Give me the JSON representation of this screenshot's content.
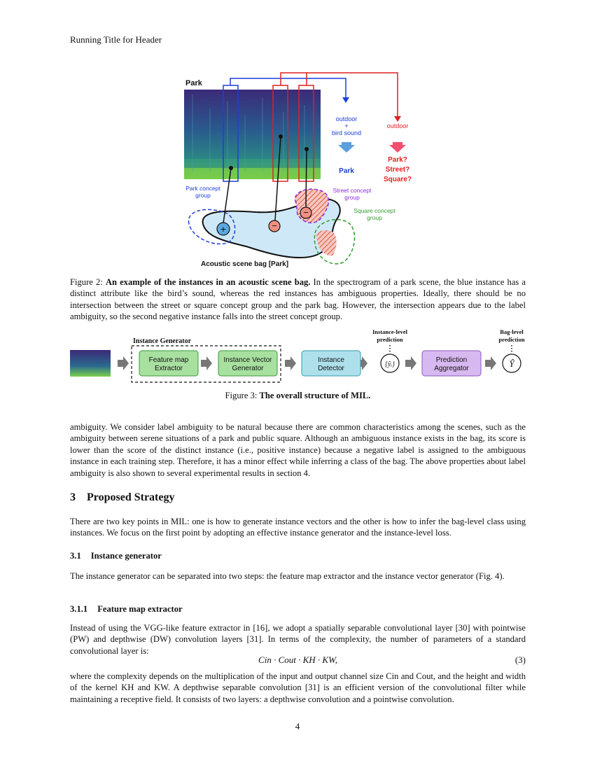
{
  "header": {
    "running_title": "Running Title for Header"
  },
  "figure2": {
    "park_label": "Park",
    "outdoor_bird_1": "outdoor",
    "outdoor_bird_2": "+",
    "outdoor_bird_3": "bird sound",
    "outdoor_red": "outdoor",
    "result_blue": "Park",
    "result_red_1": "Park?",
    "result_red_2": "Street?",
    "result_red_3": "Square?",
    "park_group_1": "Park concept",
    "park_group_2": "group",
    "street_group_1": "Street concept",
    "street_group_2": "group",
    "square_group_1": "Square concept",
    "square_group_2": "group",
    "bag_label": "Acoustic scene bag [Park]",
    "plus_symbol": "+",
    "minus_symbol": "−",
    "caption_prefix": "Figure 2: ",
    "caption_bold": "An example of the instances in an acoustic scene bag.",
    "caption_rest": " In the spectrogram of a park scene, the blue instance has a distinct attribute like the bird’s sound, whereas the red instances has ambiguous properties. Ideally, there should be no intersection between the street or square concept group and the park bag. However, the intersection appears due to the label ambiguity, so the second negative instance falls into the street concept group.",
    "colors": {
      "blue": "#1f3fd6",
      "red": "#e02020",
      "purple": "#8a2be2",
      "green": "#2e9e2e",
      "bag_fill": "#cfe8f7"
    }
  },
  "figure3": {
    "instance_generator_label": "Instance Generator",
    "feature_map_1": "Feature map",
    "feature_map_2": "Extractor",
    "instance_vector_1": "Instance Vector",
    "instance_vector_2": "Generator",
    "instance_detector_1": "Instance",
    "instance_detector_2": "Detector",
    "prediction_agg_1": "Prediction",
    "prediction_agg_2": "Aggregator",
    "instance_level_1": "Instance-level",
    "instance_level_2": "prediction",
    "bag_level_1": "Bag-level",
    "bag_level_2": "prediction",
    "yi_symbol": "{ŷᵢ}",
    "Y_symbol": "Ŷ",
    "caption_prefix": "Figure 3: ",
    "caption_bold": "The overall structure of MIL."
  },
  "body": {
    "para1": "ambiguity. We consider label ambiguity to be natural because there are common characteristics among the scenes, such as the ambiguity between serene situations of a park and public square. Although an ambiguous instance exists in the bag, its score is lower than the score of the distinct instance (i.e., positive instance) because a negative label is assigned to the ambiguous instance in each training step. Therefore, it has a minor effect while inferring a class of the bag. The above properties about label ambiguity is also shown to several experimental results in section 4.",
    "section3_num": "3",
    "section3_title": "Proposed Strategy",
    "para2": "There are two key points in MIL: one is how to generate instance vectors and the other is how to infer the bag-level class using instances. We focus on the first point by adopting an effective instance generator and the instance-level loss.",
    "sub31_num": "3.1",
    "sub31_title": "Instance generator",
    "para3": "The instance generator can be separated into two steps: the feature map extractor and the instance vector generator (Fig. 4).",
    "sub311_num": "3.1.1",
    "sub311_title": "Feature map extractor",
    "para4": "Instead of using the VGG-like feature extractor in [16], we adopt a spatially separable convolutional layer [30] with pointwise (PW) and depthwise (DW) convolution layers [31]. In terms of the complexity, the number of parameters of a standard convolutional layer is:",
    "equation": "Cin · Cout · KH · KW,",
    "equation_number": "(3)",
    "para5": "where the complexity depends on the multiplication of the input and output channel size Cin and Cout, and the height and width of the kernel KH and KW. A depthwise separable convolution [31] is an efficient version of the convolutional filter while maintaining a receptive field. It consists of two layers: a depthwise convolution and a pointwise convolution."
  },
  "page_number": "4"
}
